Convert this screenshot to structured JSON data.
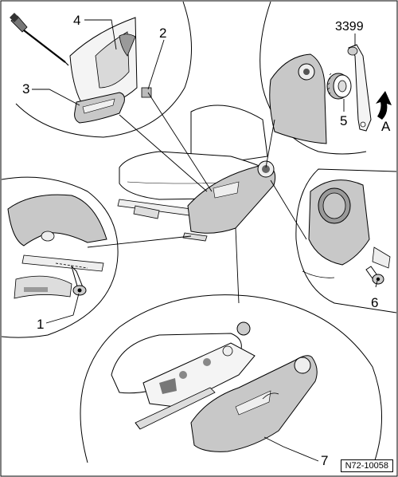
{
  "figure": {
    "reference": "N72-10058",
    "tool_number": "3399",
    "arrow_label": "A",
    "callouts": [
      {
        "id": "1",
        "label": "1"
      },
      {
        "id": "2",
        "label": "2"
      },
      {
        "id": "3",
        "label": "3"
      },
      {
        "id": "4",
        "label": "4"
      },
      {
        "id": "5",
        "label": "5"
      },
      {
        "id": "6",
        "label": "6"
      },
      {
        "id": "7",
        "label": "7"
      }
    ]
  },
  "colors": {
    "line": "#000000",
    "shade": "#c8c8c8",
    "dark_shade": "#9a9a9a",
    "background": "#ffffff"
  }
}
